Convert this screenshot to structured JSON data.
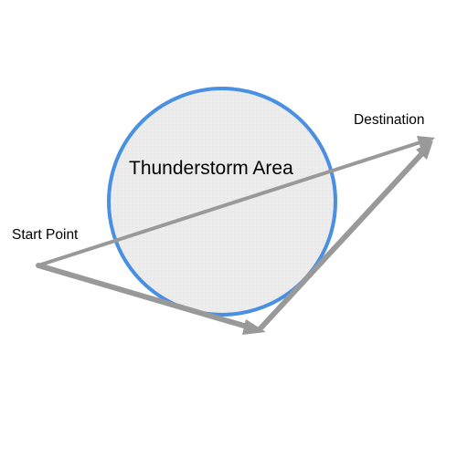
{
  "diagram": {
    "area_label": "Thunderstorm Area",
    "start_label": "Start Point",
    "destination_label": "Destination"
  },
  "colors": {
    "background": "#ffffff",
    "storm_border": "#4a90e2",
    "storm_fill": "#ececec",
    "route": "#999999",
    "text": "#000000"
  }
}
